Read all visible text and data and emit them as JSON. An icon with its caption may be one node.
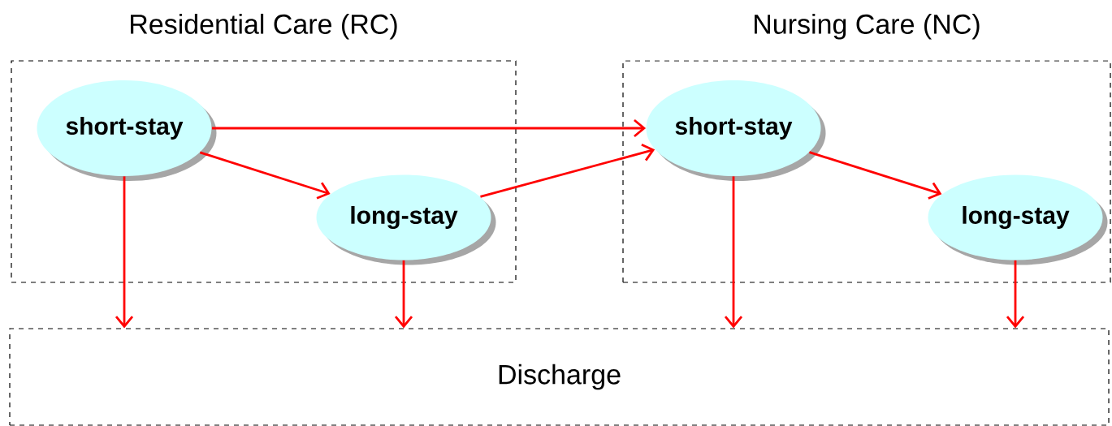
{
  "diagram": {
    "nodes": [
      {
        "text": [
          "Residential Care (RC)"
        ]
      },
      {
        "text": [
          "short-stay"
        ],
        "in": 0
      },
      {
        "text": [
          "long-stay"
        ],
        "in": 0
      },
      {
        "text": [
          "Nursing Care (NC)"
        ]
      },
      {
        "text": [
          "short-stay"
        ],
        "in": 3
      },
      {
        "text": [
          "long-stay"
        ],
        "in": 3
      },
      {
        "text": [
          "Discharge"
        ]
      }
    ],
    "edges": [
      {
        "from": 1,
        "to": 4,
        "arrow": "to"
      },
      {
        "from": 1,
        "to": 2,
        "arrow": "to"
      },
      {
        "from": 2,
        "to": 4,
        "arrow": "to"
      },
      {
        "from": 4,
        "to": 5,
        "arrow": "to"
      },
      {
        "from": 1,
        "to": 6,
        "arrow": "to"
      },
      {
        "from": 2,
        "to": 6,
        "arrow": "to"
      },
      {
        "from": 4,
        "to": 6,
        "arrow": "to"
      },
      {
        "from": 5,
        "to": 6,
        "arrow": "to"
      }
    ]
  }
}
